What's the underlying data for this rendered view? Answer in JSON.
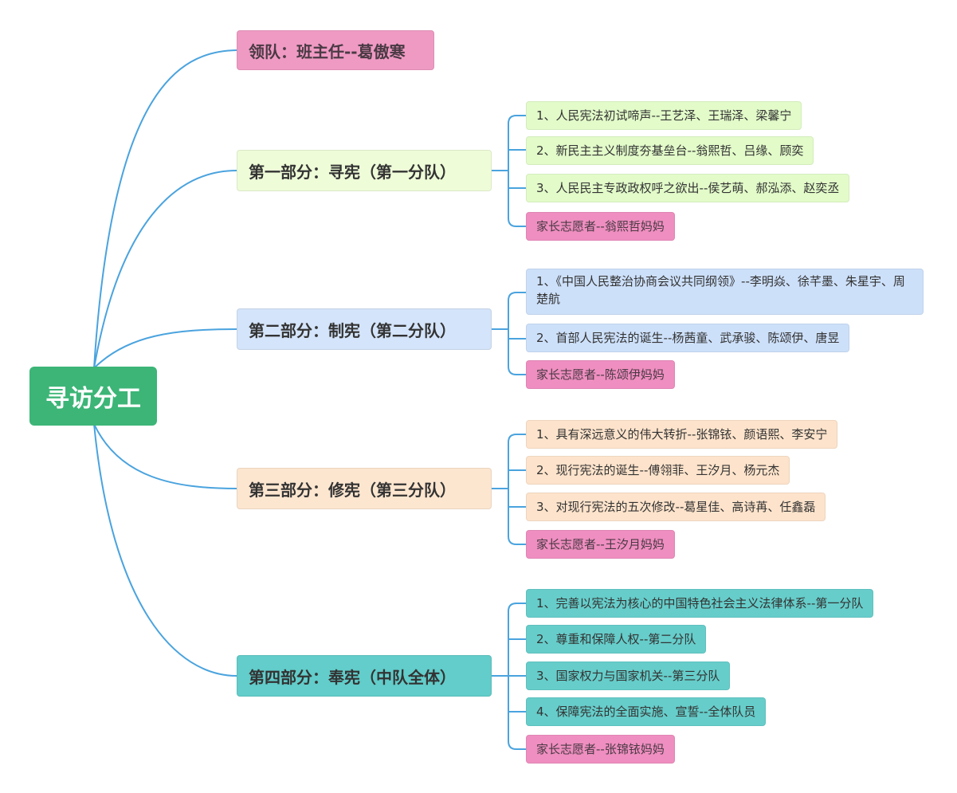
{
  "root": {
    "label": "寻访分工"
  },
  "leader": {
    "label": "领队：班主任--葛傲寒"
  },
  "colors": {
    "line": "#4aa3de",
    "root": "#3cb577",
    "leader": "#ef9ac3",
    "part1": "#e2fbc9",
    "part2": "#cde0fa",
    "part3": "#fde3cb",
    "part4": "#66cdca",
    "volunteer": "#ef8ec0"
  },
  "parts": [
    {
      "label": "第一部分：寻宪（第一分队）",
      "items": [
        "1、人民宪法初试啼声--王艺泽、王瑞泽、梁馨宁",
        "2、新民主主义制度夯基垒台--翁熙哲、吕缘、顾奕",
        "3、人民民主专政政权呼之欲出--侯艺萌、郝泓添、赵奕丞"
      ],
      "volunteer": "家长志愿者--翁熙哲妈妈"
    },
    {
      "label": "第二部分：制宪（第二分队）",
      "items": [
        "1、《中国人民整治协商会议共同纲领》--李明焱、徐芊墨、朱星宇、周楚航",
        "2、首部人民宪法的诞生--杨茜童、武承骏、陈颂伊、唐昱"
      ],
      "volunteer": "家长志愿者--陈颂伊妈妈"
    },
    {
      "label": "第三部分：修宪（第三分队）",
      "items": [
        "1、具有深远意义的伟大转折--张锦铱、颜语熙、李安宁",
        "2、现行宪法的诞生--傅翎菲、王汐月、杨元杰",
        "3、对现行宪法的五次修改--葛星佳、高诗苒、任鑫磊"
      ],
      "volunteer": "家长志愿者--王汐月妈妈"
    },
    {
      "label": "第四部分：奉宪（中队全体）",
      "items": [
        "1、完善以宪法为核心的中国特色社会主义法律体系--第一分队",
        "2、尊重和保障人权--第二分队",
        "3、国家权力与国家机关--第三分队",
        "4、保障宪法的全面实施、宣誓--全体队员"
      ],
      "volunteer": "家长志愿者--张锦铱妈妈"
    }
  ]
}
